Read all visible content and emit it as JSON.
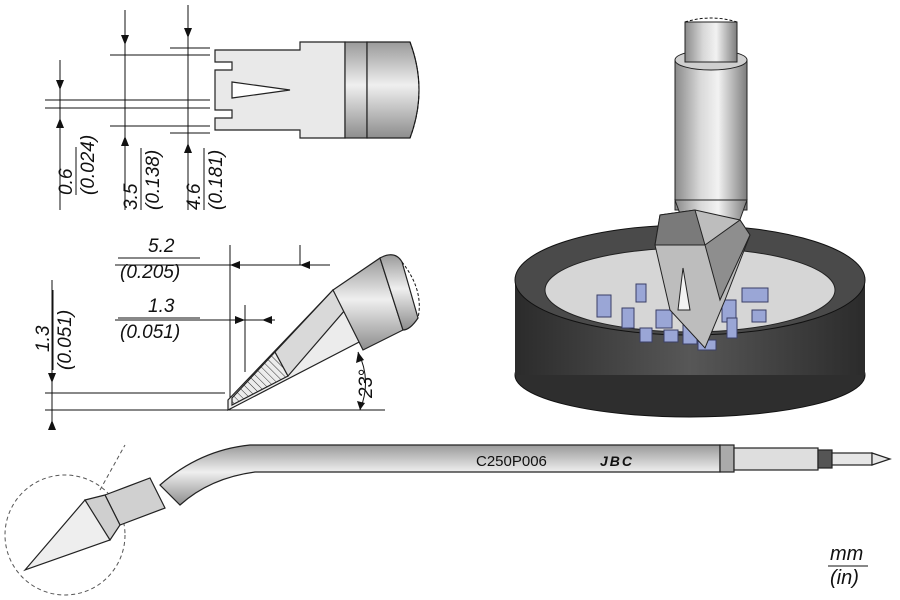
{
  "model_code": "C250P006",
  "brand": "JBC",
  "units": {
    "primary": "mm",
    "secondary": "(in)"
  },
  "dimensions": {
    "top_view": [
      {
        "mm": "0.6",
        "in": "(0.024)"
      },
      {
        "mm": "3.5",
        "in": "(0.138)"
      },
      {
        "mm": "4.6",
        "in": "(0.181)"
      }
    ],
    "side_view": {
      "length_total": {
        "mm": "5.2",
        "in": "(0.205)"
      },
      "length_tip": {
        "mm": "1.3",
        "in": "(0.051)"
      },
      "thickness": {
        "mm": "1.3",
        "in": "(0.051)"
      },
      "angle": "23°"
    }
  },
  "colors": {
    "metal_light": "#e6e6e6",
    "metal_mid": "#bdbdbd",
    "metal_dark": "#7a7a7a",
    "ring_dark": "#3a3a3a",
    "contact_blue": "#9aa6d6"
  }
}
